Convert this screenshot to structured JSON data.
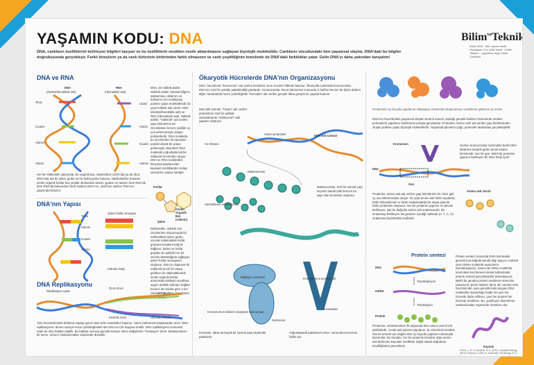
{
  "title": {
    "main": "YAŞAMIN KODU: ",
    "accent": "DNA"
  },
  "intro": "DNA, canlıların özelliklerini belirleyen bilgileri taşıyan ve bu özelliklerin nesilden nesile aktarılmasını sağlayan biyolojik moleküldür. Canlıların vücudundaki tüm yaşamsal olaylar, DNA'daki bu bilgiler doğrultusunda gerçekleşir. Farklı bireylerin ya da canlı türlerinin birbirinden farklı olmasının ve canlı çeşitliliğinin temelinde de DNA'daki farklılıklar yatar. Gelin DNA'yı daha yakından tanıyalım!",
  "logo": {
    "name": "Bilim",
    "sup": "ve",
    "name2": "Teknik",
    "issue": "Aralık 2016 · 589. sayının ekidir",
    "credits": "Hazırlayan: Ece Çelik Sarıal · Grafik Tasarım · Uygulama: Ayşe Dilara Canöksür"
  },
  "sections": {
    "dna_rna": "DNA ve RNA",
    "structure": "DNA'nın Yapısı",
    "replication": "DNA Replikasyonu",
    "organization": "Ökaryotik Hücrelerde DNA'nın Organizasyonu",
    "protein": "Protein sentezi"
  },
  "dna_rna": {
    "dna_label": "DNA",
    "dna_sub": "(deoksiribonükleik asit)",
    "rna_label": "RNA",
    "rna_sub": "(ribonükleik asit)",
    "bases_left": [
      "Timin",
      "Guanin",
      "Adenin",
      "Sitozin"
    ],
    "bases_right": [
      "Urasil",
      "Sitozin",
      "Guanin",
      "Adenin"
    ],
    "text": "DNA, bir nükleik asittir. Nükleik asitler, kalıtsal bilginin saklanması, aktarımı ve kullanımı için özelleşmiş polimer yapılı moleküllerdir. İki çeşit nükleik asit vardır: DNA (deoksiribonükleik asit) ve RNA (ribonükleik asit). Nükleik asitler, \"nükleotit\" adı verilen yapı birimlerinin bir zincirdekine benzer şekilde uç uca eklenmesiyle oluşan polimerlerdir. DNA molekülü, bu zincirlerden iki tanesinin paralel olarak bir araya gelmesiyle oluşurken RNA molekülü çoğunlukla tek bir nükleotit zincirinden oluşur. DNA ve RNA molekülleri, kimyasal yapılarından kaynaklı özelliklerden dolayı sarmal bir yapıya sahiptir.",
    "bottom": "Her bir nükleotitin yapısında, bir organik baz, deoksiriboz (DNA'da) ya da riboz (RNA'da) adı bir şeker grubu ve bir fosfat grubu bulunur. Nükleotitlerle bulunan azotlu organik bazlar beş çeşittir. Bunlardan sitozin, guanin ve adenin hem DNA'da hem RNA'da bulunurken timin sadece DNA'nın, urasil ise sadece RNA'nın yapısında bulunur."
  },
  "nucleotide": {
    "fosfat": "Fosfat",
    "seker": "Şeker",
    "baz": "Azotlu Organik Baz (Adenin)",
    "text": "Nükleotitler, nükleik asit zincirlerinin oluşumunda bir nükleotitteki şeker grubu, sonraki nükleotitteki fosfat grubuna kovalent bağ ile bağlanır. Şeker ve fosfat grupları bu şekilde her bir zincirin bütünlüğünü sağlayan şeker-fosfat omurgasını oluşturur. DNA'yı oluşturan iki nükleotit zinciri bir araya gelirken de nükleotitlerdeki azotlu organik bazlar arasındaki etkileşim kurallara uygun şekilde hidrojen bağları kurulur. Bu kurala göre A her zaman T ile, G ise her zaman C ile eşleşir."
  },
  "structure": {
    "bases": [
      "Timin",
      "Adenin",
      "Guanin",
      "Sitozin"
    ],
    "backbone": "Şeker-fosfat omurgası",
    "h_bond": "Hidrojen bağı"
  },
  "replication": {
    "labels": [
      "Replikasyon çatalı",
      "Öncü zincir",
      "Yeni zincir",
      "Kesintili zincir",
      "Okazaki parçası"
    ],
    "text": "Tüm hücrelerimizde birbirinin tıpatıp aynısı olan DNA molekülleri bulunur. Hücre bölünmesi başlamadan önce \"DNA replikasyonu\" denen süreçle hücre çekirdeğindeki tüm DNA'nın bir kopyası üretilir. DNA replikasyonu sırasında nadir de olsa hatalar olabilir. Bu hatalar nesneyi genetik koduyu olsun değiştirirse \"mutasyon\" denir. Mutasyonların bir kısmı, onarım mekanizmaları sayesinde düzeltilir."
  },
  "organization": {
    "intro": "DNA, hücrelerde \"kromozom\" adı verilen kesintisiz uzun zincirler hâlinde bulunur. Ökaryotik canlılarda kromozomlar, DNA'nın özel bir şekilde paketlendiği yapılardır. Kromozomlar, hücre bölünmesi sırasında X harfine benzer bir biçim alırken diğer zamanlarda hücre çekirdeğinde \"kromatin\" adı verilen gevşek daha gevşek bir yapıda bulunur.",
    "histone_text": "DNA ikili sarmalı, \"histon\" adı verilen proteinlerin özel bir şekilde sarmalanarak \"nükleozom\" adlı yapıları oluşturur.",
    "labels": [
      "Histon proteinleri",
      "DNA ikili sarmalı",
      "H1 Histonu",
      "Nükleozomlar",
      "Sarmallanan nükleozomlar",
      "Bağlayıcı proteinler",
      "Kromozomun açılmış hâli",
      "Kromozomun kollarını oluşturan sarmal yapı",
      "Sentromer",
      "Kromatitler"
    ],
    "nuc_text": "Nükleozomlar, özel bir sarmal yapı biçimini alarak iplik benzeri bir yapı olan kromatini oluşturur.",
    "bottom_left": "Kromatin, daha da büyük bir sarmal yapı biçiminde paketlenir.",
    "bottom_right": "Yoğunlaşarak paketlenen DNA, sonunda kromozom hâlini alır."
  },
  "right": {
    "caption": "Proteinlerin üç boyutlu yapılarının bilgisayar ortamında oluşturulmuş modellerini gösteren üç örnek.",
    "text1": "DNA'nın hücrelerdeki yaşamsal olayları kontrol etmesi, taşıdığı genetik kodların hücrelerde üretilen proteinlerin yapılarını belirlemesi yoluyla gerçekleşir. Proteinler,\"amino asit\" adı verilen yapı birimlerinden oluşan polimer yapılı biyolojik moleküllerdir. Yaşamsal işlevlerin çoğu, proteinler tarafından gerçekleştirilir.",
    "kromozom": "Kromozom",
    "dna": "DNA",
    "gen": "Gen",
    "gen_text": "Genler, kromozomlar üzerindeki belirli DNA dizilerine karşılık gelen temel kalıtım birimleridir. Her bir gen, belirli bir proteinin yapısını belirleyen bir DNA kodu içerir.",
    "aminoasit": "Amino asit zinciri",
    "text2": "Proteinler, amino asit adı verilen yapı birimlerinin bir zincir gibi uç uca eklenmesiyle oluşur. 20 çeşit amino asit farklı sayılarda, farklı birleşimlerde ve farklı sıralamalarda bir araya gelerek farklı proteinleri oluşturur. Her bir proteinin yapısını ve işlevini belirleyen, işte bu doğrultu amino asit sıralamasıdır. Bu sıralamayı belirleyen ise genlerin içerdiği nükleotit (A, T, C, G) sıralaması biçimindeki kodlardır.",
    "synth": [
      "DNA",
      "Transkripsiyon",
      "mRNA",
      "Translasyon",
      "Protein"
    ],
    "text3": "Protein sentezi sırasında DNA üzerindeki genetik kod doğrultusunda bilgi taşıyıcı molekül olan mRNA molekülü sentezlenir (transkripsiyon). Sonra da mRNA molekülü üzerindeki kod küresel olarak kullanılarak protein sentezi gerçekleştirilir (translasyon). Belirli bir genden protein üretilmesi sürecinin tamamına \"genin ifadesi\" denir. Bir canlının tüm hücrelerinde, aynı genetik kodu taşıyan DNA molekülleri bulunduğu halde her gen her hücrede ifade edilmez, yani her protein her hücrede üretilmez. Bu, çeşitli gen düzenleme mekanizmaları sayesinde mümkün olur.",
    "text4": "Proteinler, sentezlenirken ilk aşamada birer amino asit zinciri şeklindedir. Ancak asıl işlevsel yapılarını, bu zincirlerin kendine has bir protein için doğan alım üç boyutlu yapılarını almasıyla kazanırlar. Bu bundan, her bir proteinin kendine özgü amino asit dizilimine kaynaklı özellikleri doğal olarak doğrultulu kendiliğinden gerçekleşir.",
    "kaynak": "Kaynak",
    "refs": "Reece, J. B. & Campbell, N. A. (2011). Campbell Biology, 9th ed. Pearson; Lodish vd. Molecular Cell Biology, W. H. Freeman."
  },
  "colors": {
    "timin": "#e74c3c",
    "guanin": "#8bc34a",
    "adenin": "#f1c40f",
    "sitozin": "#3498db",
    "urasil": "#9b59b6",
    "backbone": "#e58b2e",
    "heading": "#1e4d8c",
    "accent": "#f39c12"
  }
}
